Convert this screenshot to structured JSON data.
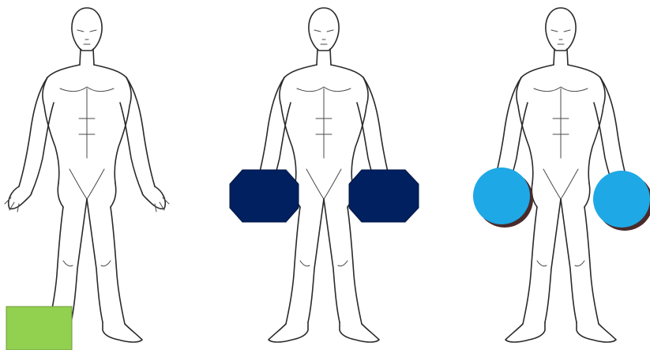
{
  "figures": [
    {
      "id": "figure-plain",
      "marker": "green-square-marker"
    },
    {
      "id": "figure-octagons",
      "marker": "navy-octagon-markers"
    },
    {
      "id": "figure-circles",
      "marker": "sky-blue-circle-markers"
    }
  ],
  "colors": {
    "green_square": "#92d050",
    "navy_octagon": "#002060",
    "sky_blue_circle": "#1ea8e6",
    "circle_shadow": "#4a2a2a",
    "outline": "#2a2a2a"
  }
}
